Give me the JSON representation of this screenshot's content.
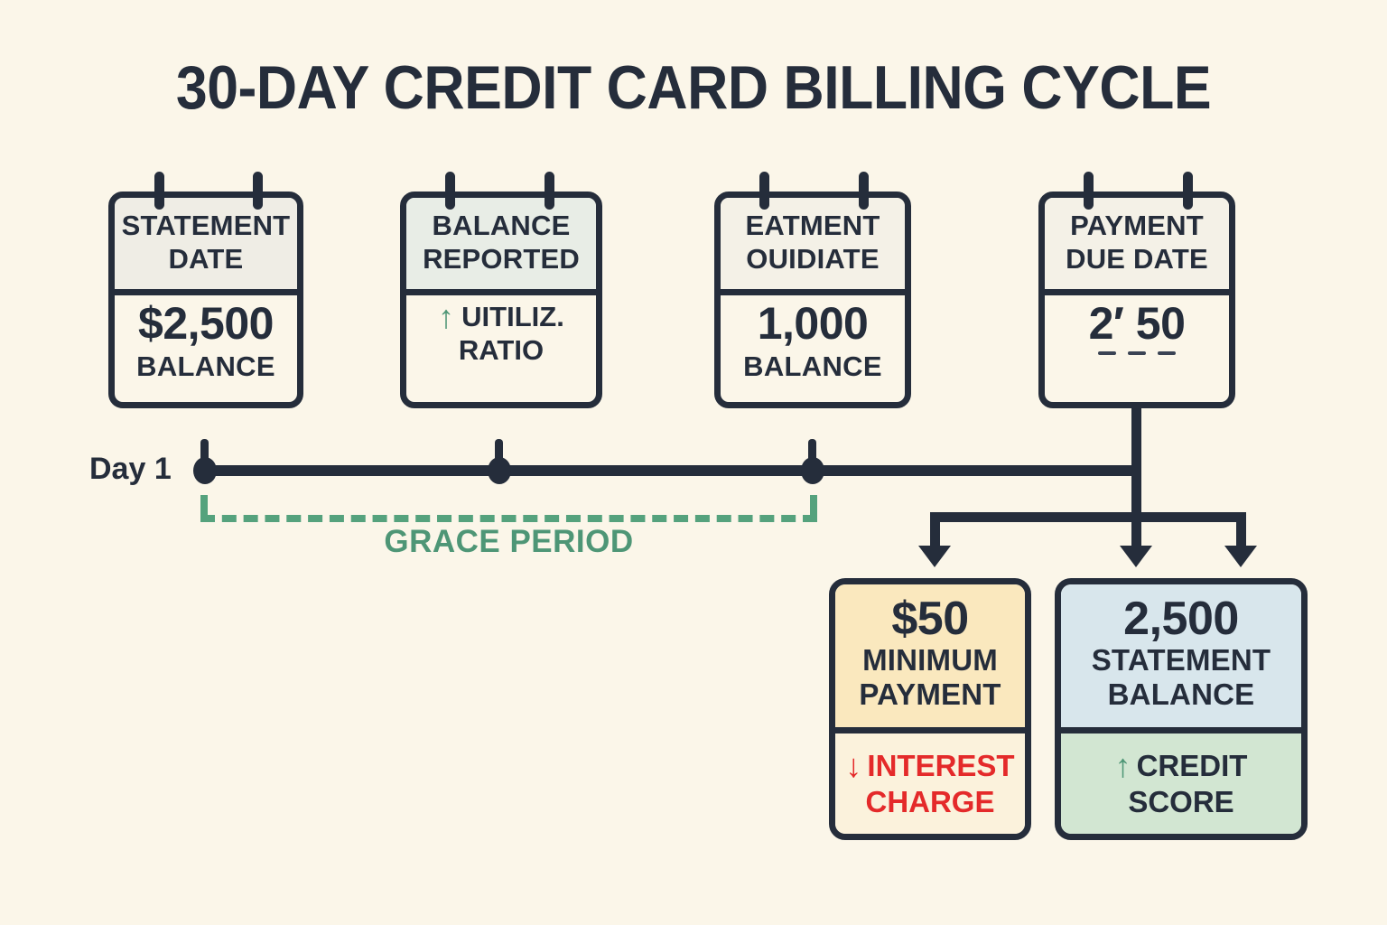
{
  "title": "30-DAY CREDIT CARD BILLING CYCLE",
  "colors": {
    "background": "#FBF6E9",
    "ink": "#252D3B",
    "green": "#4E9676",
    "red": "#E42A2A",
    "card1_header": "#EFEDE5",
    "card2_header": "#E8EDE6",
    "yellow": "#FAE8BE",
    "cream": "#FBF2DC",
    "blue": "#D8E6EC",
    "mint": "#D2E6D2"
  },
  "timeline": {
    "start_label": "Day 1",
    "grace_label": "GRACE PERIOD"
  },
  "milestones": [
    {
      "header_line1": "STATEMENT",
      "header_line2": "DATE",
      "amount": "$2,500",
      "caption": "BALANCE",
      "header_fill": "#EFEDE5"
    },
    {
      "header_line1": "BALANCE",
      "header_line2": "REPORTED",
      "arrow": "up-arrow-icon",
      "body_line1": "UITILIZ.",
      "body_line2": "RATIO",
      "header_fill": "#E8EDE6"
    },
    {
      "header_line1": "EATMENT",
      "header_line2": "OUIDIATE",
      "amount": "1,000",
      "caption": "BALANCE",
      "header_fill": "#F4F1E7"
    },
    {
      "header_line1": "PAYMENT",
      "header_line2": "DUE DATE",
      "amount": "2′ 50",
      "caption": "",
      "header_fill": "#F4F1E7"
    }
  ],
  "outcomes": [
    {
      "amount": "$50",
      "caption_line1": "MINIMUM",
      "caption_line2": "PAYMENT",
      "top_fill": "#FAE8BE",
      "bottom_fill": "#FBF2DC",
      "arrow": "down-arrow-icon",
      "arrow_glyph": "↓",
      "result_line1": "INTEREST",
      "result_line2": "CHARGE",
      "result_color": "#E42A2A"
    },
    {
      "amount": "2,500",
      "caption_line1": "STATEMENT",
      "caption_line2": "BALANCE",
      "top_fill": "#D8E6EC",
      "bottom_fill": "#D2E6D2",
      "arrow": "up-arrow-icon",
      "arrow_glyph": "↑",
      "result_line1": "CREDIT",
      "result_line2": "SCORE",
      "result_color": "#252D3B"
    }
  ]
}
